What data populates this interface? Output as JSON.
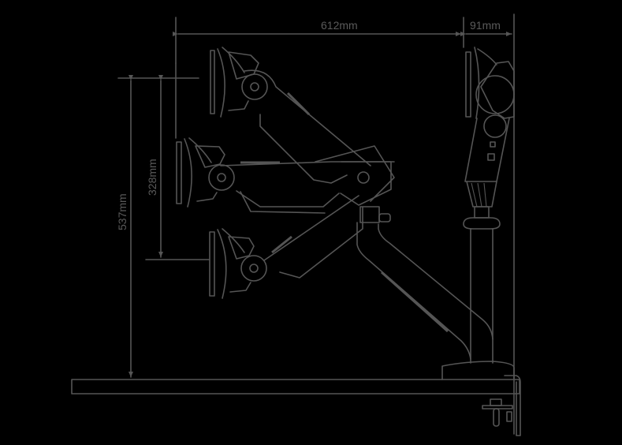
{
  "diagram": {
    "subject": "Monitor arm side-view dimension drawing",
    "line_color": "#555555",
    "background_color": "#000000",
    "dimensions": {
      "horizontal_reach": "612mm",
      "depth_offset": "91mm",
      "max_height": "537mm",
      "height_adjust_range": "328mm"
    },
    "views": [
      {
        "name": "side-view-multiple-positions",
        "positions": [
          "upper",
          "middle",
          "lower"
        ]
      },
      {
        "name": "side-view-folded"
      }
    ]
  }
}
